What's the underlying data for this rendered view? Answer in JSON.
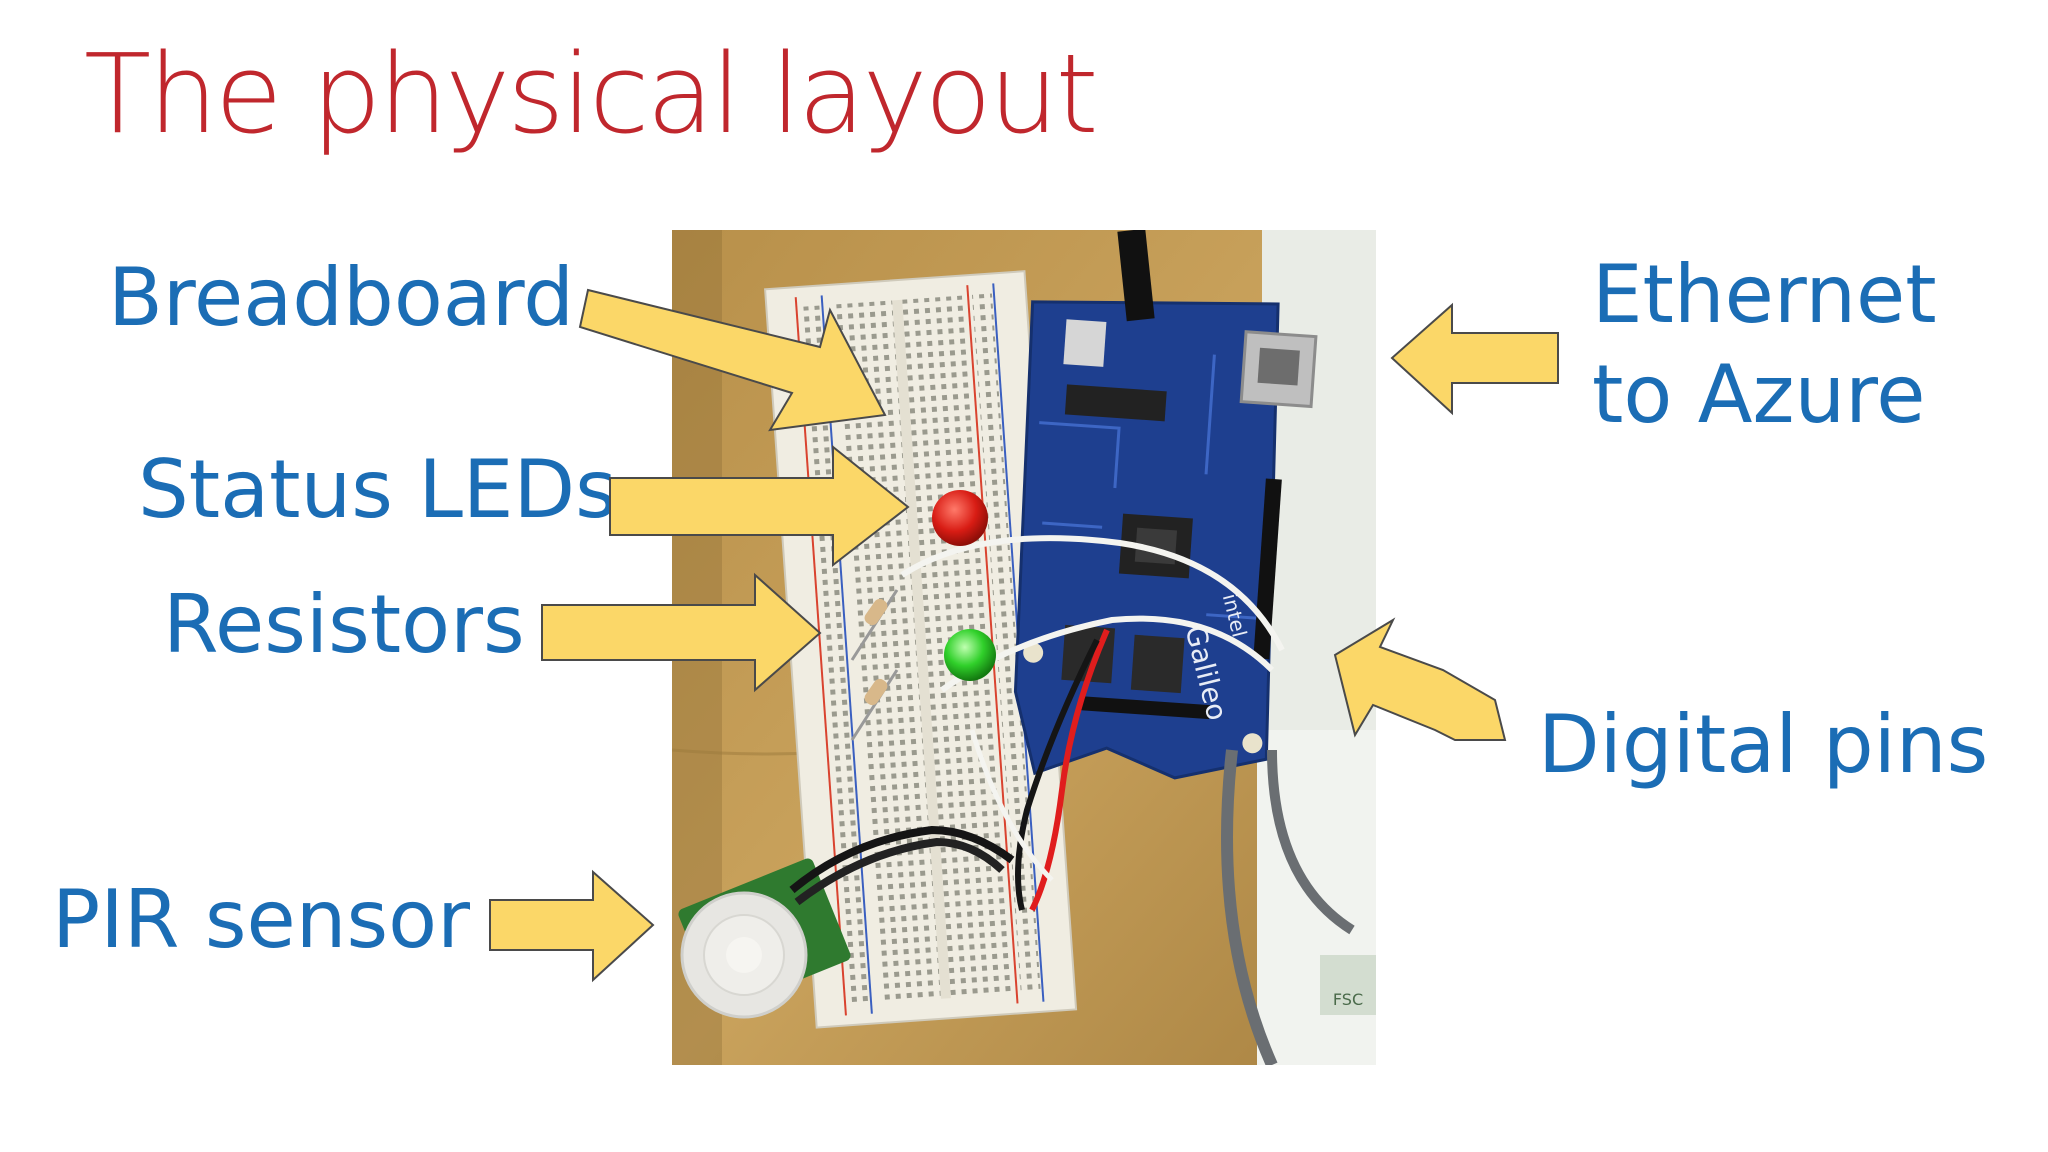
{
  "slide": {
    "title": "The physical layout",
    "title_color": "#c0272d",
    "label_color": "#1b6db5",
    "arrow_color": "#fbd768"
  },
  "callouts": {
    "breadboard": "Breadboard",
    "status_leds": "Status LEDs",
    "resistors": "Resistors",
    "pir_sensor": "PIR sensor",
    "ethernet_line1": "Ethernet",
    "ethernet_line2": "to Azure",
    "digital_pins": "Digital pins"
  },
  "photo": {
    "board_brand": "Galileo",
    "board_maker": "intel",
    "fsc_mark": "FSC"
  }
}
